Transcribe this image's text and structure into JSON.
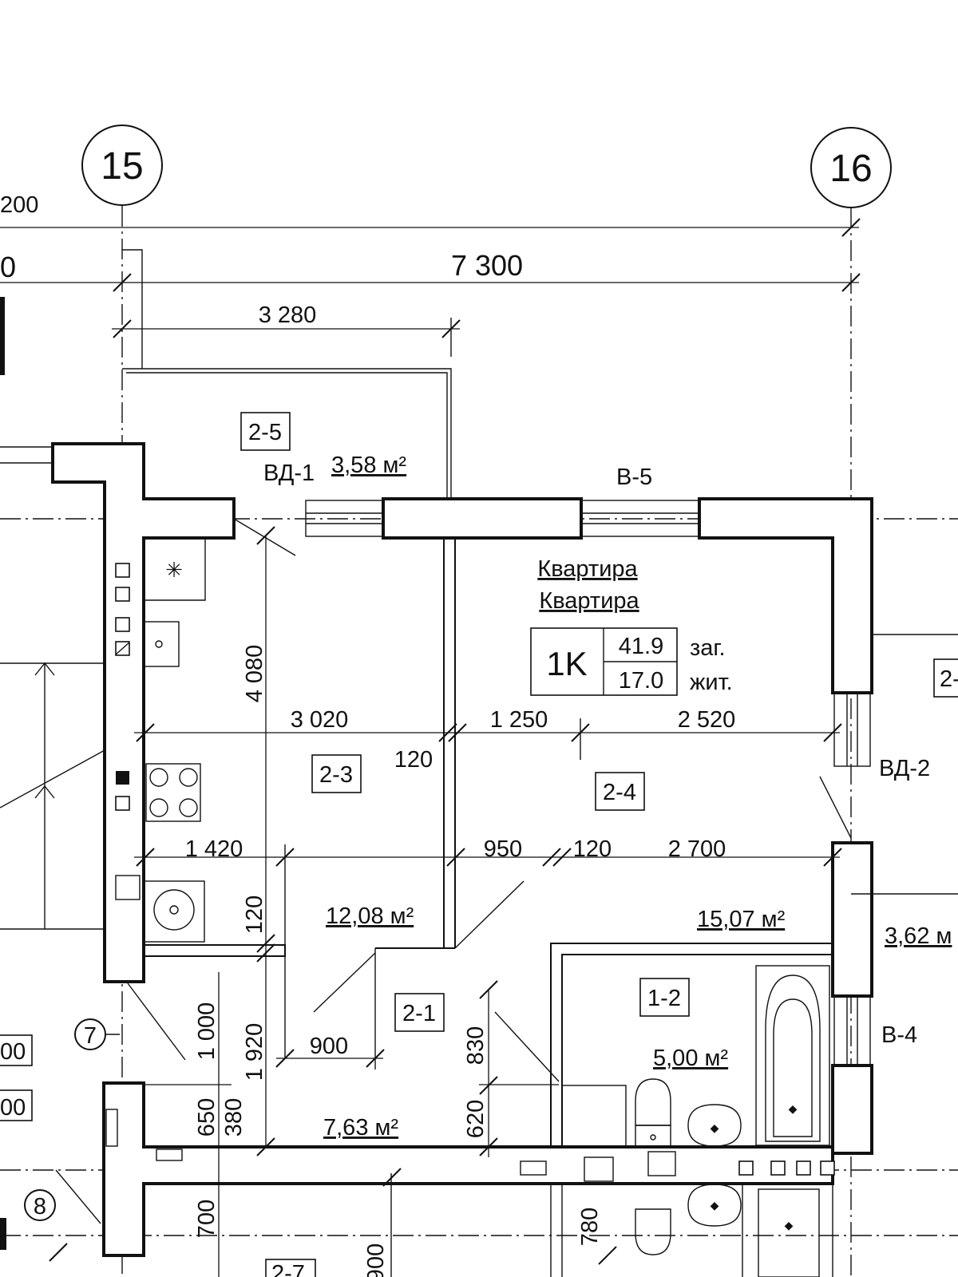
{
  "axes": {
    "axis_15": "15",
    "axis_16": "16",
    "axis_7": "7",
    "axis_8": "8"
  },
  "dimensions": {
    "top_partial": "200",
    "left_partial": "0",
    "overall": "7 300",
    "balcony_width": "3 280",
    "kitchen_depth": "4 080",
    "kitchen_width": "3 020",
    "wall_1": "120",
    "span_1250": "1 250",
    "span_2520": "2 520",
    "span_1420": "1 420",
    "span_950": "950",
    "wall_2": "120",
    "span_2700": "2 700",
    "wall_3": "120",
    "span_1000": "1 000",
    "span_1920": "1 920",
    "span_900": "900",
    "span_830": "830",
    "span_650": "650",
    "span_380": "380",
    "span_620": "620",
    "span_700": "700",
    "span_780": "780",
    "span_900b": "900",
    "left_00a": "00",
    "left_00b": "00"
  },
  "rooms": [
    {
      "id": "2-5",
      "area": "3,58 м²"
    },
    {
      "id": "2-3",
      "area": "12,08 м²"
    },
    {
      "id": "2-4",
      "area": "15,07 м²"
    },
    {
      "id": "2-1",
      "area": "7,63 м²"
    },
    {
      "id": "1-2",
      "area": "5,00 м²"
    }
  ],
  "openings": {
    "vd1": "ВД-1",
    "b5": "В-5",
    "vd2": "ВД-2",
    "b4": "В-4"
  },
  "apartment": {
    "title_1": "Квартира",
    "title_2": "Квартира",
    "type": "1K",
    "total_area": "41.9",
    "living_area": "17.0",
    "total_label": "заг.",
    "living_label": "жит."
  },
  "neighbors": {
    "right_room": "2-",
    "right_area": "3,62 м",
    "bottom_room": "2-7"
  }
}
